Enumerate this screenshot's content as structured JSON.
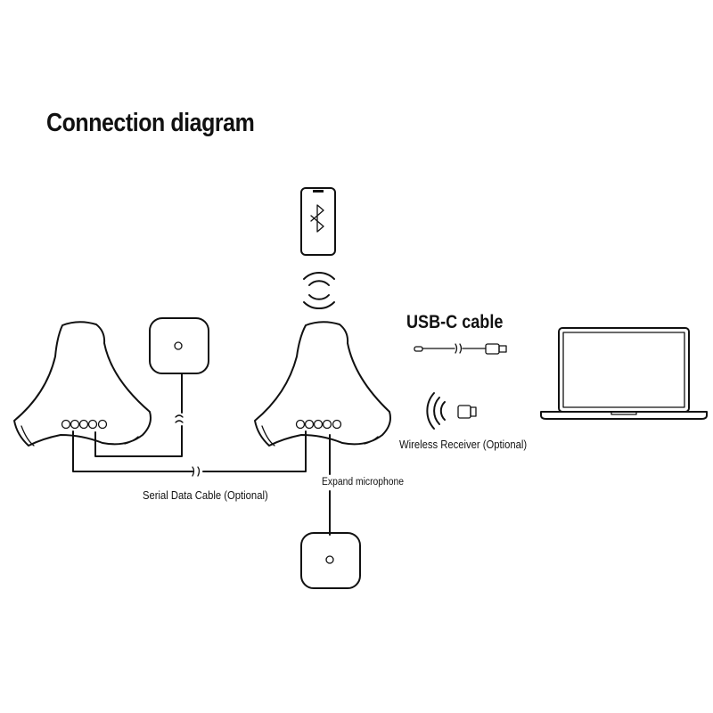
{
  "title": "Connection diagram",
  "labels": {
    "usb_c_cable": "USB-C cable",
    "wireless_receiver": "Wireless Receiver (Optional)",
    "serial_data_cable": "Serial Data Cable (Optional)",
    "expand_microphone": "Expand microphone"
  },
  "icons": {
    "phone": "bluetooth-phone-icon",
    "signal": "wireless-signal-icon",
    "laptop": "laptop-icon",
    "receiver": "usb-receiver-icon"
  },
  "colors": {
    "line": "#111111",
    "background": "#ffffff"
  }
}
